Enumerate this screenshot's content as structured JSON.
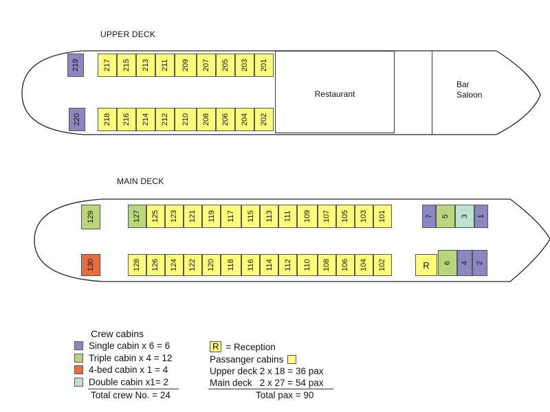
{
  "colors": {
    "single": "#8d87c1",
    "triple": "#b9d77a",
    "four_bed": "#e96c3e",
    "double": "#bfe1d0",
    "passenger": "#fdfd7a"
  },
  "upper_deck": {
    "label": "UPPER DECK",
    "crew_top": "219",
    "crew_bottom": "220",
    "top_row": [
      "217",
      "215",
      "213",
      "211",
      "209",
      "207",
      "205",
      "203",
      "201"
    ],
    "bottom_row": [
      "218",
      "216",
      "214",
      "212",
      "210",
      "208",
      "206",
      "204",
      "202"
    ],
    "restaurant": "Restaurant",
    "bar_line1": "Bar",
    "bar_line2": "Saloon"
  },
  "main_deck": {
    "label": "MAIN DECK",
    "crew_top": "129",
    "crew_bottom": "130",
    "top_row": [
      "127",
      "125",
      "123",
      "121",
      "119",
      "117",
      "115",
      "113",
      "111",
      "109",
      "107",
      "105",
      "103",
      "101"
    ],
    "bottom_row": [
      "128",
      "126",
      "124",
      "122",
      "120",
      "118",
      "116",
      "114",
      "112",
      "110",
      "108",
      "106",
      "104",
      "102"
    ],
    "fwd_top": [
      "7",
      "5",
      "3",
      "1"
    ],
    "reception": "R",
    "fwd_bottom": [
      "6",
      "4",
      "2"
    ]
  },
  "legend": {
    "crew_title": "Crew cabins",
    "single": "Single cabin x 6 = 6",
    "triple": "Triple cabin x 4 = 12",
    "four_bed": "4-bed cabin x 1 = 4",
    "double": "Double cabin x1= 2",
    "crew_total": "Total crew No. = 24",
    "reception_key": "R",
    "reception_text": "= Reception",
    "passenger_title": "Passanger cabins",
    "upper_count": "Upper deck 2 x 18 = 36 pax",
    "main_count": "Main deck   2 x 27 = 54 pax",
    "pax_total": "Total pax = 90"
  }
}
